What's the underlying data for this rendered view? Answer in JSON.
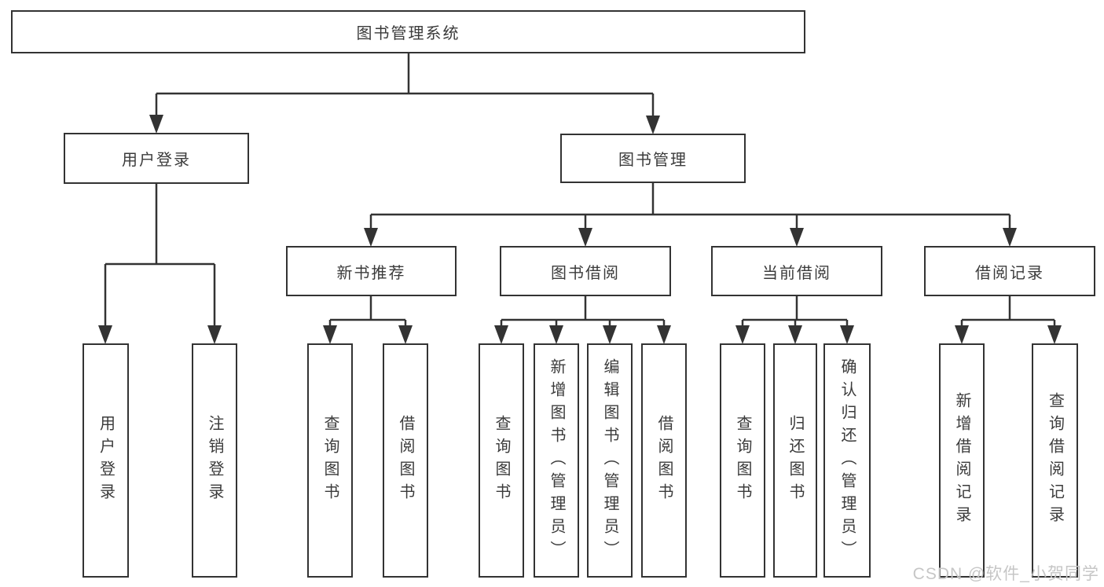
{
  "diagram": {
    "root": {
      "label": "图书管理系统"
    },
    "level2": {
      "user_login": {
        "label": "用户登录"
      },
      "book_mgmt": {
        "label": "图书管理"
      }
    },
    "level3": {
      "new_book_rec": {
        "label": "新书推荐"
      },
      "book_borrow": {
        "label": "图书借阅"
      },
      "current_borrow": {
        "label": "当前借阅"
      },
      "borrow_record": {
        "label": "借阅记录"
      }
    },
    "leaves": {
      "user_login": [
        "用户登录",
        "注销登录"
      ],
      "new_book_rec": [
        "查询图书",
        "借阅图书"
      ],
      "book_borrow": [
        "查询图书",
        "新增图书（管理员）",
        "编辑图书（管理员）",
        "借阅图书"
      ],
      "current_borrow": [
        "查询图书",
        "归还图书",
        "确认归还（管理员）"
      ],
      "borrow_record": [
        "新增借阅记录",
        "查询借阅记录"
      ]
    }
  },
  "watermark": {
    "text": "CSDN @软件_小贺同学"
  },
  "colors": {
    "line": "#333333",
    "text": "#3b3b3b",
    "watermark": "#c6c6c6",
    "background": "#ffffff"
  }
}
